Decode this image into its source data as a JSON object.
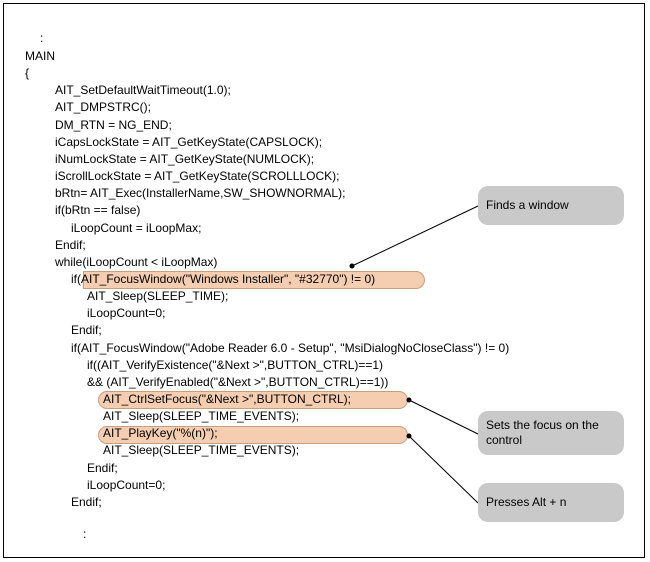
{
  "code_lines": [
    {
      "text": ":",
      "indent": 3
    },
    {
      "text": "MAIN",
      "indent": 0
    },
    {
      "text": "{",
      "indent": 0
    },
    {
      "text": "AIT_SetDefaultWaitTimeout(1.0);",
      "indent": 1
    },
    {
      "text": "AIT_DMPSTRC();",
      "indent": 1
    },
    {
      "text": "DM_RTN = NG_END;",
      "indent": 1
    },
    {
      "text": "iCapsLockState = AIT_GetKeyState(CAPSLOCK);",
      "indent": 1
    },
    {
      "text": "iNumLockState = AIT_GetKeyState(NUMLOCK);",
      "indent": 1
    },
    {
      "text": "iScrollLockState = AIT_GetKeyState(SCROLLLOCK);",
      "indent": 1
    },
    {
      "text": "bRtn= AIT_Exec(InstallerName,SW_SHOWNORMAL);",
      "indent": 1
    },
    {
      "text": "if(bRtn == false)",
      "indent": 1
    },
    {
      "text": "iLoopCount = iLoopMax;",
      "indent": 2
    },
    {
      "text": "Endif;",
      "indent": 1
    },
    {
      "text": "while(iLoopCount < iLoopMax)",
      "indent": 1
    },
    {
      "text": "if(AIT_FocusWindow(\"Windows Installer\", \"#32770\") != 0)",
      "indent": 2
    },
    {
      "text": "AIT_Sleep(SLEEP_TIME);",
      "indent": 3
    },
    {
      "text": "iLoopCount=0;",
      "indent": 3
    },
    {
      "text": "Endif;",
      "indent": 2
    },
    {
      "text": "if(AIT_FocusWindow(\"Adobe Reader 6.0 - Setup\", \"MsiDialogNoCloseClass\") != 0)",
      "indent": 2
    },
    {
      "text": "if((AIT_VerifyExistence(\"&Next >\",BUTTON_CTRL)==1)",
      "indent": 3
    },
    {
      "text": "&& (AIT_VerifyEnabled(\"&Next >\",BUTTON_CTRL)==1))",
      "indent": 3
    },
    {
      "text": "AIT_CtrlSetFocus(\"&Next >\",BUTTON_CTRL);",
      "indent": 4
    },
    {
      "text": "AIT_Sleep(SLEEP_TIME_EVENTS);",
      "indent": 4
    },
    {
      "text": "AIT_PlayKey(\"%(n)\");",
      "indent": 4
    },
    {
      "text": "AIT_Sleep(SLEEP_TIME_EVENTS);",
      "indent": 4
    },
    {
      "text": "Endif;",
      "indent": 3
    },
    {
      "text": "iLoopCount=0;",
      "indent": 3
    },
    {
      "text": "Endif;",
      "indent": 2
    },
    {
      "text": ":",
      "indent": 3
    }
  ],
  "callouts": {
    "finds_window": "Finds a window",
    "sets_focus": "Sets the focus on the control",
    "presses_key": "Presses Alt + n"
  },
  "colors": {
    "highlight": "#f5cdb0",
    "callout_bg": "#c9c9c9"
  }
}
